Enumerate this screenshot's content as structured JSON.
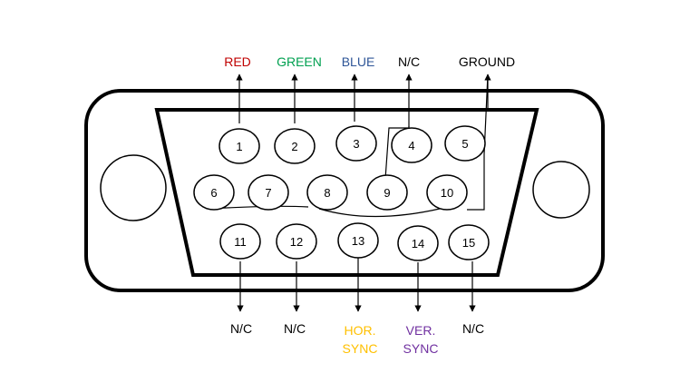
{
  "colors": {
    "red": "#c00000",
    "green": "#00a050",
    "blue": "#2e5597",
    "orange": "#ffc000",
    "purple": "#7030a0",
    "black": "#000000"
  },
  "top_labels": [
    {
      "text": "RED",
      "color": "red"
    },
    {
      "text": "GREEN",
      "color": "green"
    },
    {
      "text": "BLUE",
      "color": "blue"
    },
    {
      "text": "N/C",
      "color": "black"
    },
    {
      "text": "GROUND",
      "color": "black"
    }
  ],
  "pins": [
    "1",
    "2",
    "3",
    "4",
    "5",
    "6",
    "7",
    "8",
    "9",
    "10",
    "11",
    "12",
    "13",
    "14",
    "15"
  ],
  "bottom_labels": [
    {
      "line1": "N/C",
      "line2": "",
      "color": "black"
    },
    {
      "line1": "N/C",
      "line2": "",
      "color": "black"
    },
    {
      "line1": "HOR.",
      "line2": "SYNC",
      "color": "orange"
    },
    {
      "line1": "VER.",
      "line2": "SYNC",
      "color": "purple"
    },
    {
      "line1": "N/C",
      "line2": "",
      "color": "black"
    }
  ]
}
